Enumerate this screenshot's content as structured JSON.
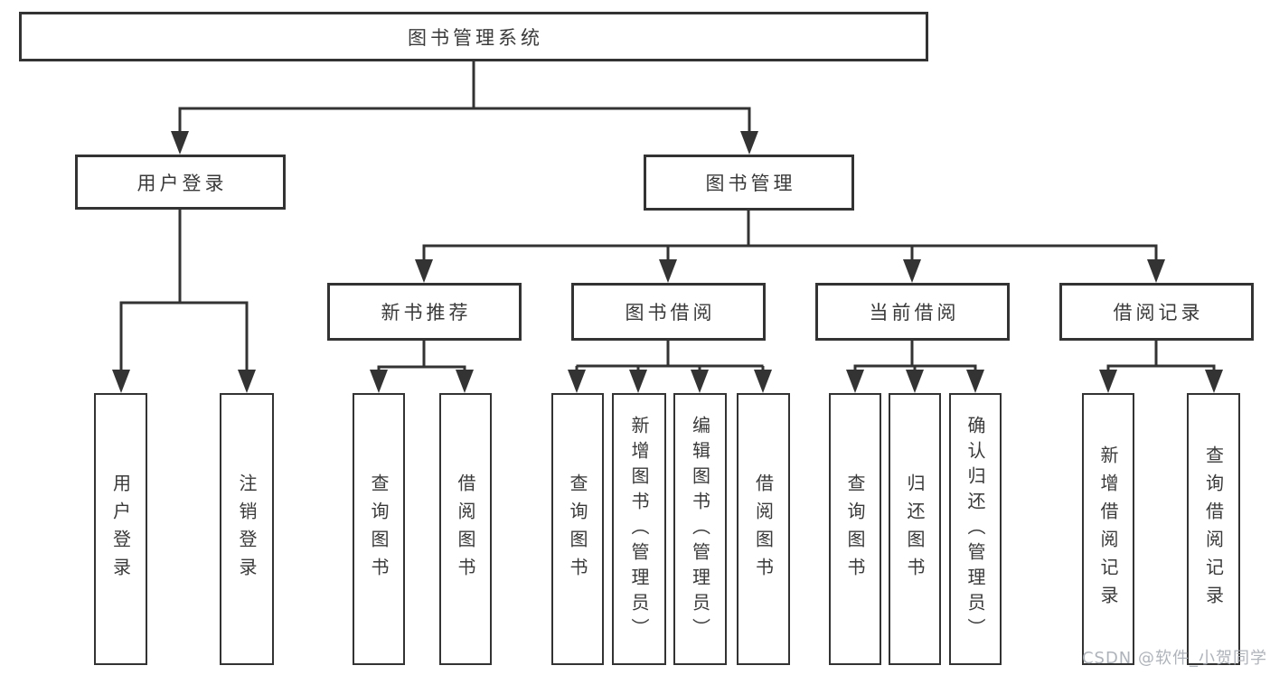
{
  "colors": {
    "line": "#333333",
    "box_border": "#333333",
    "box_background": "#ffffff",
    "text": "#3a3a3a",
    "watermark_text": "#a8adb4"
  },
  "tree": {
    "root": {
      "label": "图书管理系统",
      "children": [
        {
          "label": "用户登录",
          "children": [
            {
              "label": "用户登录"
            },
            {
              "label": "注销登录"
            }
          ]
        },
        {
          "label": "图书管理",
          "children": [
            {
              "label": "新书推荐",
              "children": [
                {
                  "label": "查询图书"
                },
                {
                  "label": "借阅图书"
                }
              ]
            },
            {
              "label": "图书借阅",
              "children": [
                {
                  "label": "查询图书"
                },
                {
                  "label": "新增图书（管理员）"
                },
                {
                  "label": "编辑图书（管理员）"
                },
                {
                  "label": "借阅图书"
                }
              ]
            },
            {
              "label": "当前借阅",
              "children": [
                {
                  "label": "查询图书"
                },
                {
                  "label": "归还图书"
                },
                {
                  "label": "确认归还（管理员）"
                }
              ]
            },
            {
              "label": "借阅记录",
              "children": [
                {
                  "label": "新增借阅记录"
                },
                {
                  "label": "查询借阅记录"
                }
              ]
            }
          ]
        }
      ]
    }
  },
  "watermark": {
    "text": "CSDN @软件_小贺同学"
  }
}
